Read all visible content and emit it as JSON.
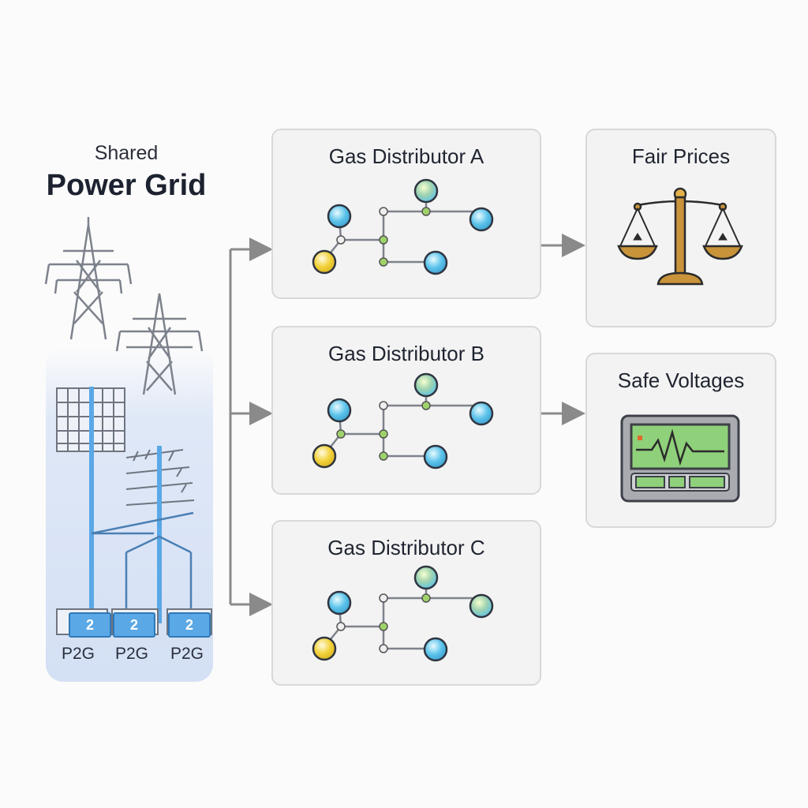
{
  "grid": {
    "title_top": "Shared",
    "title_main": "Power Grid",
    "units": [
      {
        "badge": "2",
        "label": "P2G"
      },
      {
        "badge": "2",
        "label": "P2G"
      },
      {
        "badge": "2",
        "label": "P2G"
      }
    ]
  },
  "distributors": [
    {
      "title": "Gas Distributor A"
    },
    {
      "title": "Gas Distributor B"
    },
    {
      "title": "Gas Distributor C"
    }
  ],
  "outcomes": [
    {
      "title": "Fair Prices",
      "icon": "balance-scale-icon"
    },
    {
      "title": "Safe Voltages",
      "icon": "voltage-monitor-icon"
    }
  ],
  "colors": {
    "arrow": "#8a8a8a",
    "grid_blue": "#5aa8e6",
    "node_blue": "#5cc3ea",
    "node_yellow": "#f2d23a",
    "node_green": "#9fd36a",
    "scale_gold": "#c9933a",
    "monitor_green": "#8fd07a"
  }
}
